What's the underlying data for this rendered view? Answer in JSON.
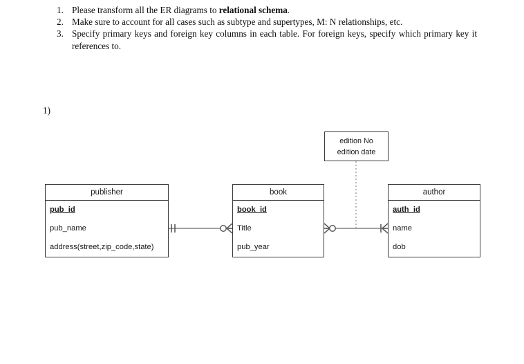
{
  "instructions": [
    {
      "num": "1.",
      "pre": "Please transform all the ER diagrams to ",
      "bold": "relational schema",
      "post": "."
    },
    {
      "num": "2.",
      "pre": "Make sure to account for all cases such as subtype and supertypes, M: N relationships, etc.",
      "bold": "",
      "post": ""
    },
    {
      "num": "3.",
      "pre": "Specify primary keys and foreign key columns in each table. For foreign keys, specify which primary key it references to.",
      "bold": "",
      "post": ""
    }
  ],
  "question_label": "1)",
  "diagram": {
    "entities": [
      {
        "name": "publisher",
        "title": "publisher",
        "attributes": [
          {
            "label": "pub_id",
            "pk": true
          },
          {
            "label": "pub_name",
            "pk": false
          },
          {
            "label": "address(street,zip_code,state)",
            "pk": false
          }
        ]
      },
      {
        "name": "book",
        "title": "book",
        "attributes": [
          {
            "label": "book_id",
            "pk": true
          },
          {
            "label": "Title",
            "pk": false
          },
          {
            "label": "pub_year",
            "pk": false
          }
        ]
      },
      {
        "name": "author",
        "title": "author",
        "attributes": [
          {
            "label": "auth_id",
            "pk": true
          },
          {
            "label": "name",
            "pk": false
          },
          {
            "label": "dob",
            "pk": false
          }
        ]
      }
    ],
    "relationship_attribute": {
      "line1": "edition No",
      "line2": "edition date"
    },
    "relationships": [
      {
        "name": "publisher-book",
        "left_entity": "publisher",
        "right_entity": "book",
        "left_cardinality": "one-and-only-one",
        "right_cardinality": "zero-or-many"
      },
      {
        "name": "book-author",
        "left_entity": "book",
        "right_entity": "author",
        "left_cardinality": "zero-or-many",
        "right_cardinality": "one-or-many"
      }
    ],
    "colors": {
      "line": "#808080",
      "border": "#3b3b3b",
      "text": "#1a1a1a",
      "background": "#ffffff"
    }
  }
}
